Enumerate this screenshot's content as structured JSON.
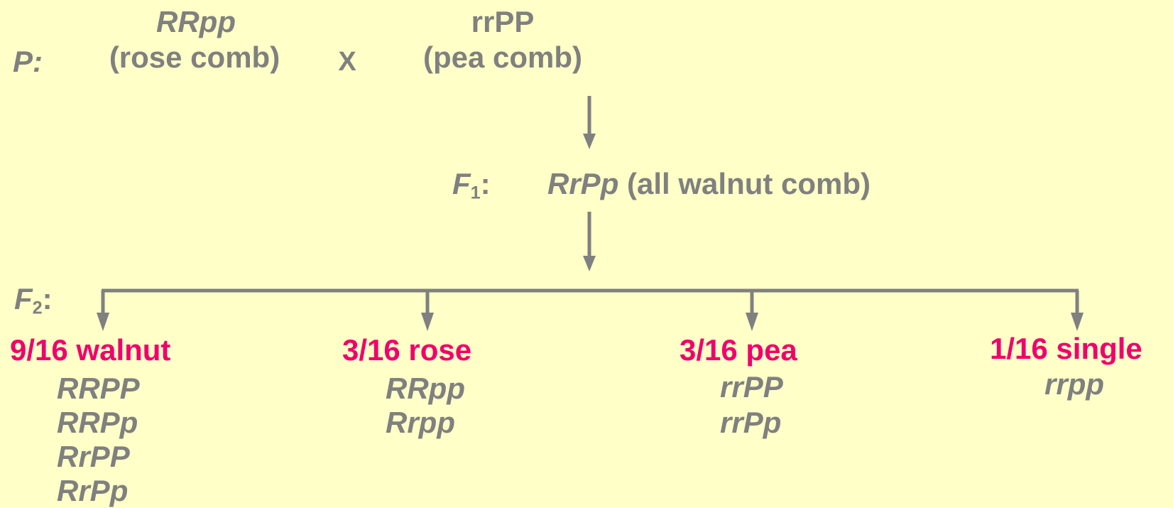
{
  "colors": {
    "background": "#ffffc8",
    "text": "#808080",
    "phenotype": "#f0006c",
    "arrow": "#808080"
  },
  "parental": {
    "label": "P:",
    "cross": "X",
    "parent1": {
      "genotype": "RRpp",
      "phenotype": "(rose comb)"
    },
    "parent2": {
      "genotype": "rrPP",
      "phenotype": "(pea comb)"
    }
  },
  "f1": {
    "label_letter": "F",
    "label_sub": "1",
    "label_colon": ":",
    "genotype": "RrPp",
    "phenotype": "(all walnut comb)"
  },
  "f2": {
    "label_letter": "F",
    "label_sub": "2",
    "label_colon": ":",
    "classes": [
      {
        "ratio_label": "9/16 walnut",
        "genotypes": [
          "RRPP",
          "RRPp",
          "RrPP",
          "RrPp"
        ]
      },
      {
        "ratio_label": "3/16 rose",
        "genotypes": [
          "RRpp",
          "Rrpp"
        ]
      },
      {
        "ratio_label": "3/16 pea",
        "genotypes": [
          "rrPP",
          "rrPp"
        ]
      },
      {
        "ratio_label": "1/16 single",
        "genotypes": [
          "rrpp"
        ]
      }
    ]
  }
}
